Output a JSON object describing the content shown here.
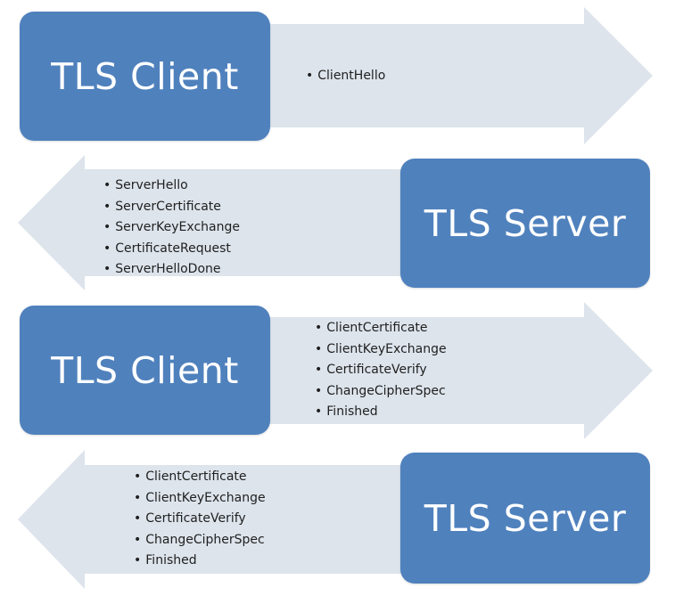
{
  "steps": [
    {
      "role": "TLS Client",
      "direction": "right",
      "messages": [
        "ClientHello"
      ]
    },
    {
      "role": "TLS Server",
      "direction": "left",
      "messages": [
        "ServerHello",
        "ServerCertificate",
        "ServerKeyExchange",
        "CertificateRequest",
        "ServerHelloDone"
      ]
    },
    {
      "role": "TLS Client",
      "direction": "right",
      "messages": [
        "ClientCertificate",
        "ClientKeyExchange",
        "CertificateVerify",
        "ChangeCipherSpec",
        "Finished"
      ]
    },
    {
      "role": "TLS Server",
      "direction": "left",
      "messages": [
        "ClientCertificate",
        "ClientKeyExchange",
        "CertificateVerify",
        "ChangeCipherSpec",
        "Finished"
      ]
    }
  ],
  "colors": {
    "box": "#4f81bd",
    "arrow": "#dde4ec",
    "text": "#1f1f1f"
  }
}
